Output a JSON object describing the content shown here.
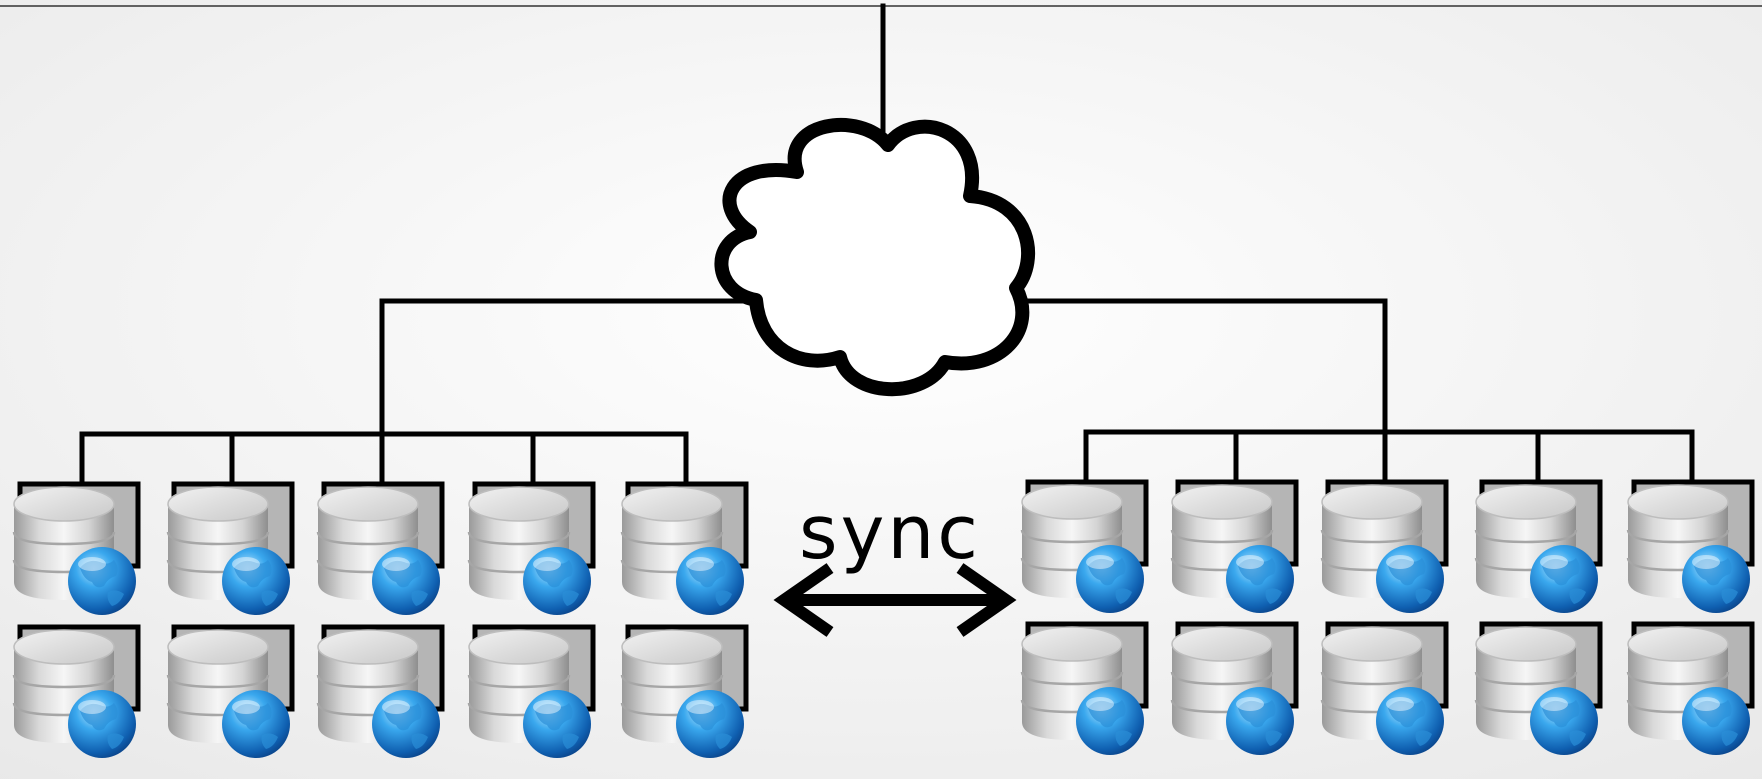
{
  "diagram": {
    "sync_label": "sync",
    "colors": {
      "background_top": "#ffffff",
      "background_bottom": "#efefef",
      "line": "#000000",
      "cloud_fill": "#ffffff",
      "box_fill": "#b9b9b9",
      "cylinder": "#d6d6d6",
      "globe": "#1e88d6"
    },
    "icons": {
      "cloud": "cloud-icon",
      "server": "database-globe-icon",
      "sync": "bidirectional-arrow-icon"
    },
    "groups": [
      {
        "name": "left-cluster",
        "columns": 5,
        "rows": 2
      },
      {
        "name": "right-cluster",
        "columns": 5,
        "rows": 2
      }
    ]
  }
}
